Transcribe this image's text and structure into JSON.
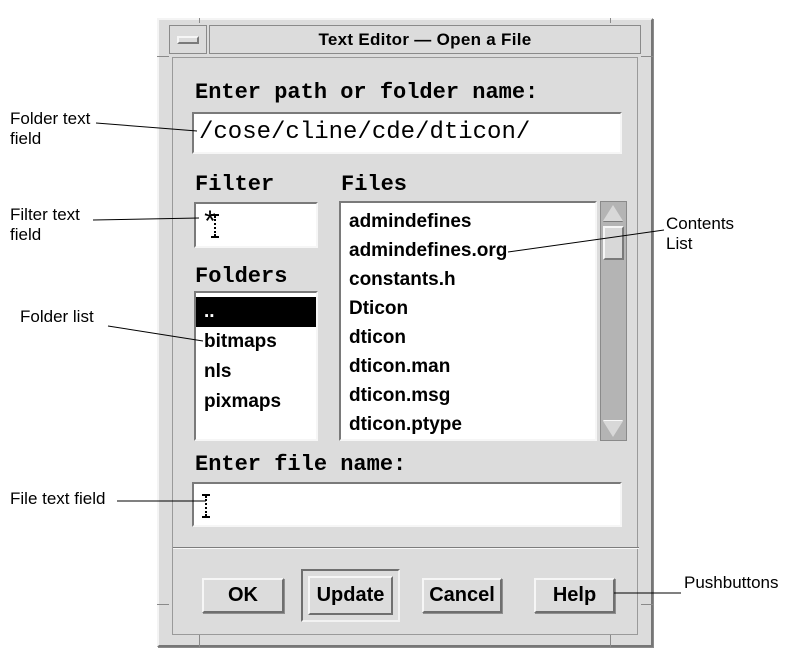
{
  "window": {
    "title": "Text Editor — Open a File"
  },
  "icons": {
    "window_menu": "dash",
    "scroll_up": "triangle-up",
    "scroll_down": "triangle-down",
    "text_cursor": "i-beam"
  },
  "form": {
    "path_label": "Enter path or folder name:",
    "path_value": "/cose/cline/cde/dticon/",
    "filter_label": "Filter",
    "filter_value": "*",
    "files_label": "Files",
    "files": [
      "admindefines",
      "admindefines.org",
      "constants.h",
      "Dticon",
      "dticon",
      "dticon.man",
      "dticon.msg",
      "dticon.ptype"
    ],
    "folders_label": "Folders",
    "folders": [
      "..",
      "bitmaps",
      "nls",
      "pixmaps"
    ],
    "folders_selected_index": 0,
    "file_label": "Enter file name:",
    "file_value": ""
  },
  "buttons": {
    "ok": "OK",
    "update": "Update",
    "cancel": "Cancel",
    "help": "Help",
    "default_button": "Update"
  },
  "callouts": {
    "folder_text_field": "Folder text\nfield",
    "filter_text_field": "Filter text\nfield",
    "folder_list": "Folder list",
    "file_text_field": "File text field",
    "contents_list": "Contents\nList",
    "pushbuttons": "Pushbuttons"
  },
  "colors": {
    "dialog_bg": "#dcdcdc",
    "bevel_light": "#f6f6f6",
    "bevel_dark": "#7a7a7a",
    "field_bg": "#ffffff",
    "selection_bg": "#000000",
    "selection_text": "#ffffff",
    "scrollbar_trough": "#b4b4b4",
    "text": "#000000"
  }
}
